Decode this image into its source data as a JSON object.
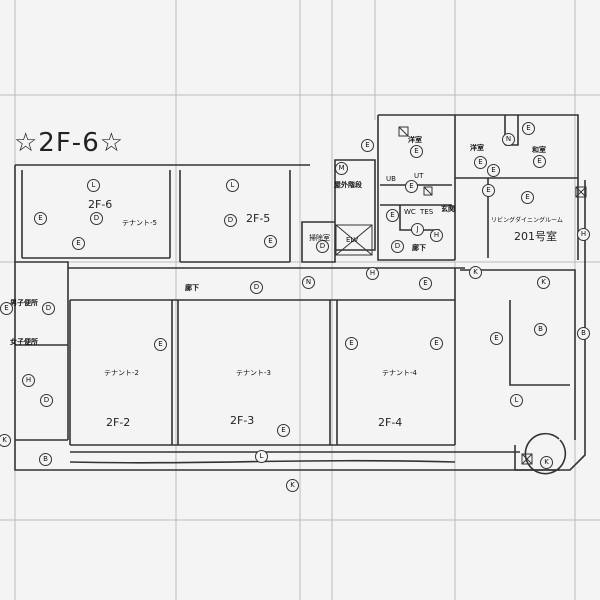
{
  "title": "☆2F-6☆",
  "rooms": {
    "r2f6": "2F-6",
    "t5": "テナント-5",
    "r2f5": "2F-5",
    "corridor": "廊下",
    "men_wc": "男子便所",
    "women_wc": "女子便所",
    "t2": "テナント-2",
    "r2f2": "2F-2",
    "t3": "テナント-3",
    "r2f3": "2F-3",
    "t4": "テナント-4",
    "r2f4": "2F-4",
    "cleaning": "掃除室",
    "elv": "ELV",
    "stairs": "屋外階段",
    "western1": "洋室",
    "western2": "洋室",
    "japanese": "和室",
    "ub": "UB",
    "ut": "UT",
    "wc": "WC",
    "tes": "TES",
    "entrance": "玄関",
    "hall": "廊下",
    "ldk": "リビングダイニングルーム",
    "unit201": "201号室"
  },
  "markers": [
    "L",
    "E",
    "D",
    "E",
    "L",
    "D",
    "E",
    "M",
    "E",
    "E",
    "E",
    "E",
    "J",
    "H",
    "D",
    "D",
    "N",
    "H",
    "E",
    "K",
    "E",
    "E",
    "N",
    "E",
    "E",
    "E",
    "E",
    "H",
    "K",
    "E",
    "D",
    "H",
    "D",
    "K",
    "B",
    "E",
    "E",
    "E",
    "E",
    "B",
    "B",
    "L",
    "E",
    "L",
    "K",
    "K",
    "D"
  ]
}
